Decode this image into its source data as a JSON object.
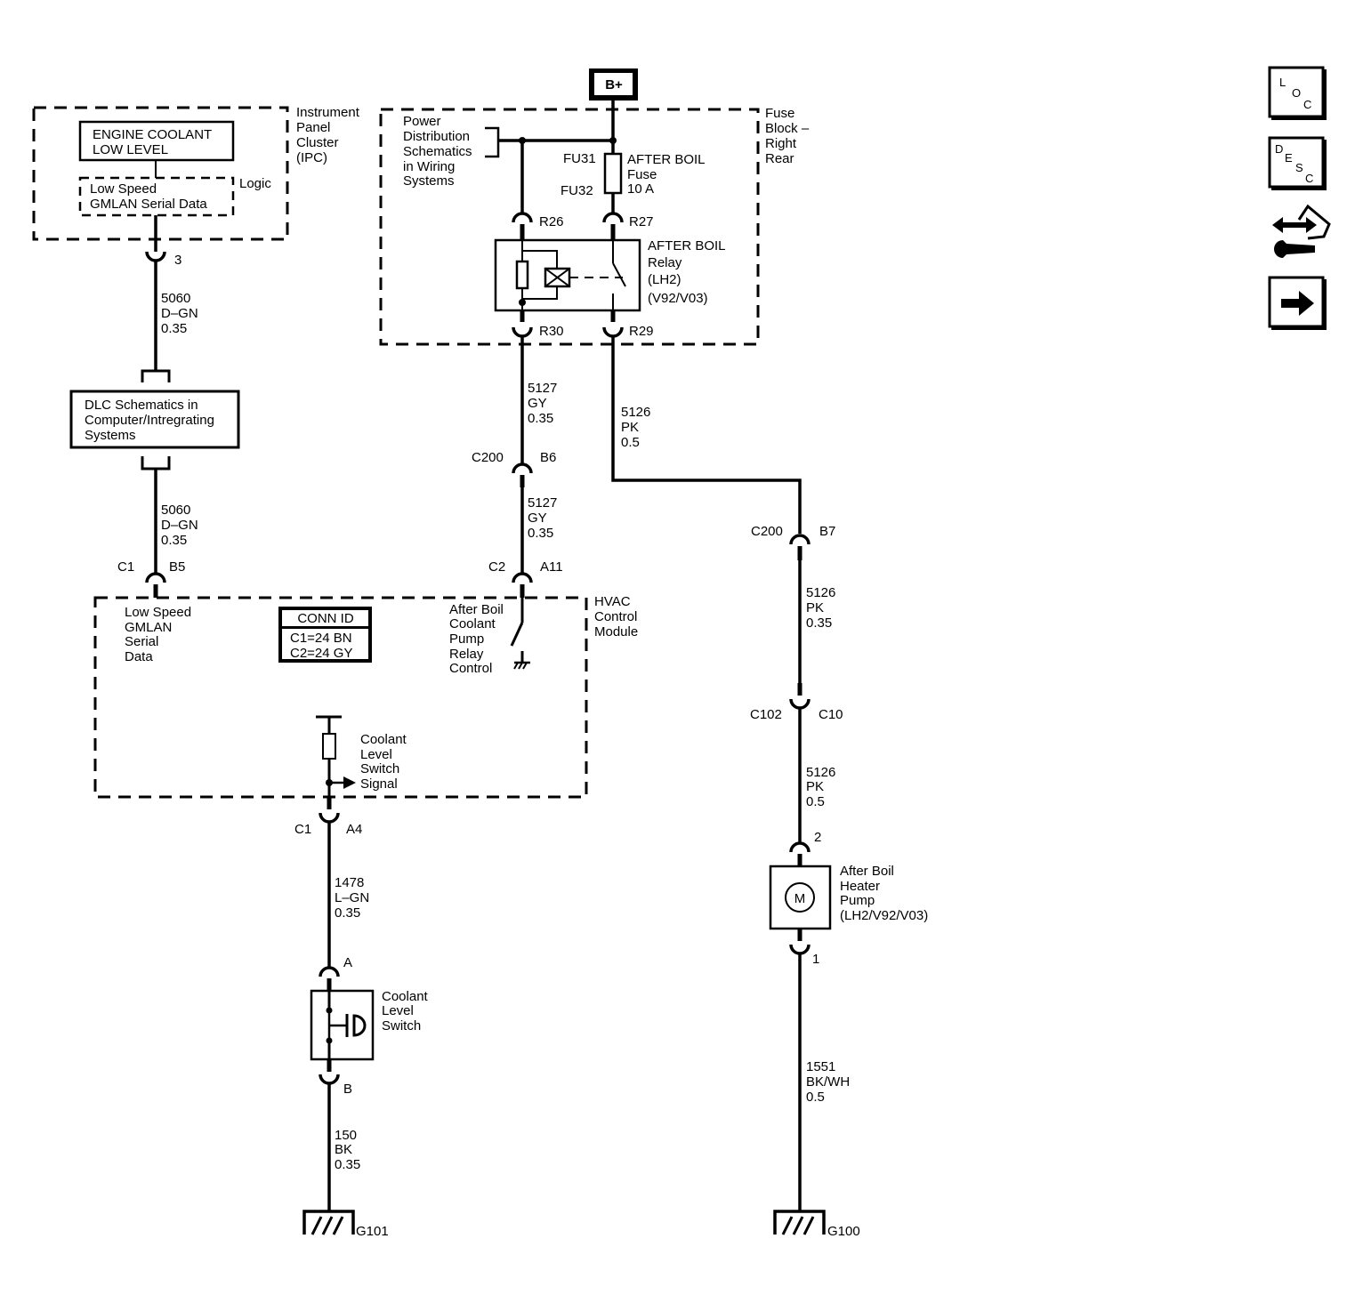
{
  "battery": {
    "label": "B+"
  },
  "ipc": {
    "name_lines": [
      "Instrument",
      "Panel",
      "Cluster",
      "(IPC)"
    ],
    "indicator_lines": [
      "ENGINE COOLANT",
      "LOW LEVEL"
    ],
    "logic_lines": [
      "Low Speed",
      "GMLAN Serial Data"
    ],
    "logic_label": "Logic",
    "connector_pin": "3"
  },
  "power_distribution": {
    "lines": [
      "Power",
      "Distribution",
      "Schematics",
      "in Wiring",
      "Systems"
    ]
  },
  "fuse_block": {
    "name_lines": [
      "Fuse",
      "Block –",
      "Right",
      "Rear"
    ],
    "fuse_ids": [
      "FU31",
      "FU32"
    ],
    "fuse_lines": [
      "AFTER BOIL",
      "Fuse",
      "10 A"
    ],
    "relay_lines": [
      "AFTER BOIL",
      "Relay",
      "(LH2)",
      "(V92/V03)"
    ],
    "pins": {
      "r26": "R26",
      "r27": "R27",
      "r30": "R30",
      "r29": "R29"
    }
  },
  "dlc": {
    "lines": [
      "DLC Schematics in",
      "Computer/Intregrating",
      "Systems"
    ]
  },
  "hvac": {
    "name_lines": [
      "HVAC",
      "Control",
      "Module"
    ],
    "gmlan_lines": [
      "Low Speed",
      "GMLAN",
      "Serial",
      "Data"
    ],
    "conn_id_title": "CONN ID",
    "conn_id_rows": [
      "C1=24 BN",
      "C2=24 GY"
    ],
    "relay_control_lines": [
      "After Boil",
      "Coolant",
      "Pump",
      "Relay",
      "Control"
    ],
    "switch_signal_lines": [
      "Coolant",
      "Level",
      "Switch",
      "Signal"
    ]
  },
  "wires": {
    "w5060_upper": [
      "5060",
      "D–GN",
      "0.35"
    ],
    "w5060_lower": [
      "5060",
      "D–GN",
      "0.35"
    ],
    "w5127_upper": [
      "5127",
      "GY",
      "0.35"
    ],
    "w5127_lower": [
      "5127",
      "GY",
      "0.35"
    ],
    "w5126_upper": [
      "5126",
      "PK",
      "0.5"
    ],
    "w5126_mid": [
      "5126",
      "PK",
      "0.35"
    ],
    "w5126_lower": [
      "5126",
      "PK",
      "0.5"
    ],
    "w1478": [
      "1478",
      "L–GN",
      "0.35"
    ],
    "w150": [
      "150",
      "BK",
      "0.35"
    ],
    "w1551": [
      "1551",
      "BK/WH",
      "0.5"
    ]
  },
  "connectors": {
    "c200_b6": {
      "conn": "C200",
      "pin": "B6"
    },
    "c200_b7": {
      "conn": "C200",
      "pin": "B7"
    },
    "c1_b5": {
      "conn": "C1",
      "pin": "B5"
    },
    "c2_a11": {
      "conn": "C2",
      "pin": "A11"
    },
    "c1_a4": {
      "conn": "C1",
      "pin": "A4"
    },
    "c102_c10": {
      "conn": "C102",
      "pin": "C10"
    }
  },
  "coolant_switch": {
    "lines": [
      "Coolant",
      "Level",
      "Switch"
    ],
    "pin_a": "A",
    "pin_b": "B"
  },
  "pump": {
    "lines": [
      "After Boil",
      "Heater",
      "Pump",
      "(LH2/V92/V03)"
    ],
    "motor_symbol": "M",
    "pin_top": "2",
    "pin_bottom": "1"
  },
  "grounds": {
    "g101": "G101",
    "g100": "G100"
  },
  "nav_buttons": {
    "loc": {
      "letters": [
        "L",
        "O",
        "C"
      ]
    },
    "desc": {
      "letters": [
        "D",
        "E",
        "S",
        "C"
      ]
    },
    "icons": [
      "connector-tools-icon",
      "arrow-right-icon"
    ]
  }
}
